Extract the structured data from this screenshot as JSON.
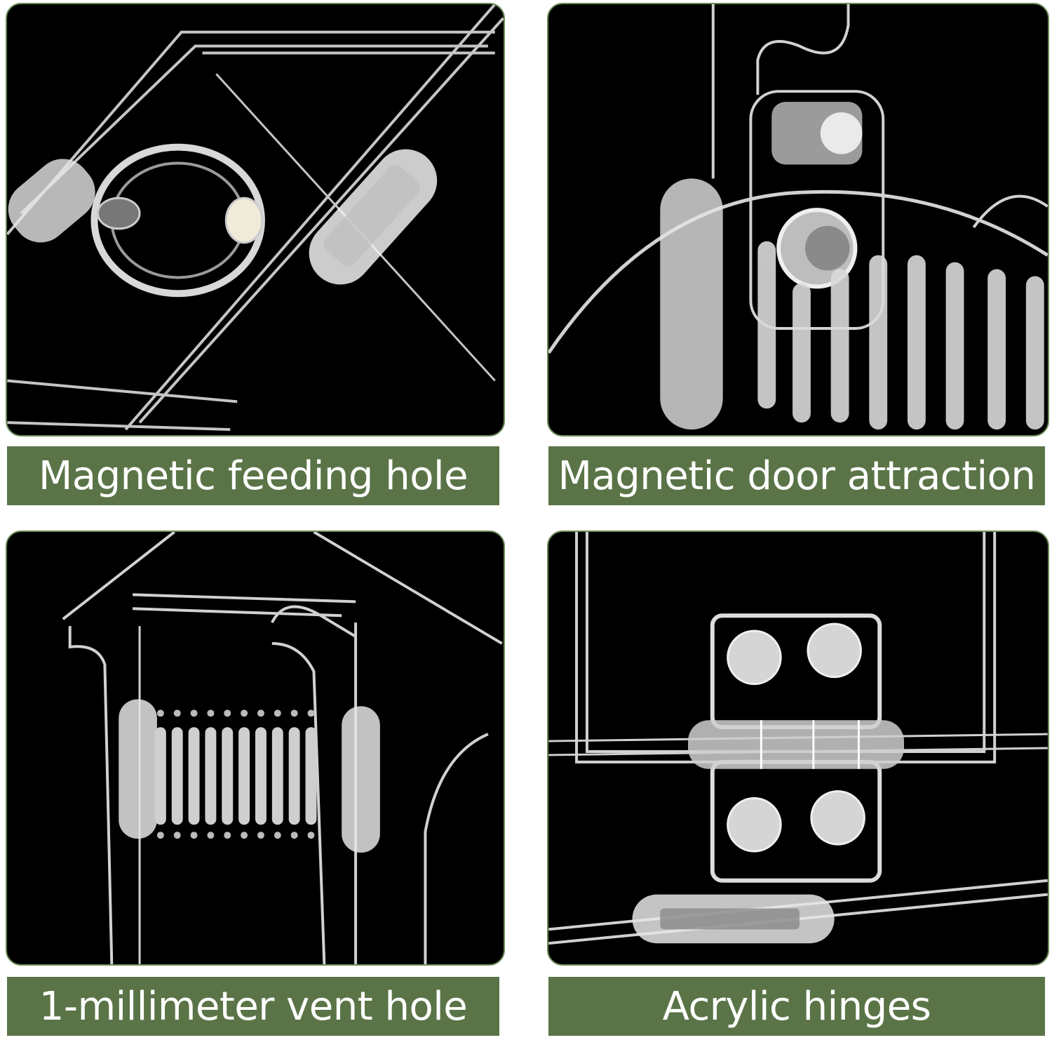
{
  "panels": [
    {
      "caption": "Magnetic feeding hole",
      "subject": "acrylic-roof-feeding-hole-with-magnet"
    },
    {
      "caption": "Magnetic door attraction",
      "subject": "acrylic-door-latch-with-magnet"
    },
    {
      "caption": "1-millimeter vent hole",
      "subject": "acrylic-house-front-vent-slots"
    },
    {
      "caption": "Acrylic hinges",
      "subject": "acrylic-hinge-with-screws"
    }
  ],
  "colors": {
    "caption_background": "#5a7447",
    "caption_text": "#ffffff",
    "panel_background": "#000000",
    "panel_border": "#6b8a55"
  }
}
